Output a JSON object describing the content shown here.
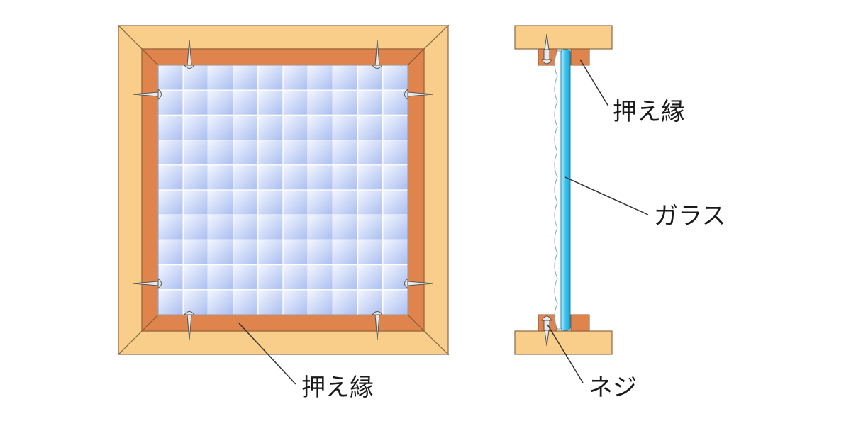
{
  "labels": {
    "front_stop": "押え縁",
    "side_stop": "押え縁",
    "glass": "ガラス",
    "screw": "ネジ"
  },
  "colors": {
    "outer_frame": "#f9cd8a",
    "stop_molding": "#e0844d",
    "frame_stroke": "#7a5a3a",
    "glass_light": "#eef3ff",
    "glass_dark": "#a9bdf0",
    "glass_edge": "#3cc3ea",
    "screw_fill": "#e8e8e8",
    "leader_line": "#333333"
  },
  "grid": {
    "rows": 10,
    "cols": 10
  }
}
